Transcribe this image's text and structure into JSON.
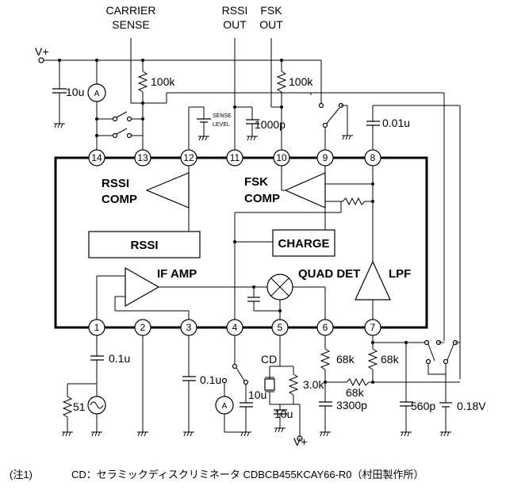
{
  "labels": {
    "carrier_sense_1": "CARRIER",
    "carrier_sense_2": "SENSE",
    "rssi_out_1": "RSSI",
    "rssi_out_2": "OUT",
    "fsk_out_1": "FSK",
    "fsk_out_2": "OUT",
    "vplus": "V+",
    "vplus_bottom": "V+",
    "sense_level_1": "SENSE",
    "sense_level_2": "LEVEL",
    "meter_a_top": "A",
    "meter_a_bottom": "A",
    "cd": "CD"
  },
  "blocks": {
    "rssi_comp_1": "RSSI",
    "rssi_comp_2": "COMP",
    "fsk_comp_1": "FSK",
    "fsk_comp_2": "COMP",
    "rssi": "RSSI",
    "charge": "CHARGE",
    "if_amp": "IF AMP",
    "quad_det": "QUAD DET",
    "lpf": "LPF"
  },
  "components": {
    "c_10u_top": "10u",
    "r_100k_left": "100k",
    "r_100k_right": "100k",
    "c_1000p": "1000p",
    "c_001u": "0.01u",
    "c_01u_pin1": "0.1u",
    "c_01u_pin3": "0.1u",
    "r_51": "51",
    "c_10u_pin4": "10u",
    "c_10u_pin5": "10u",
    "r_30k": "3.0k",
    "r_68k_pin6": "68k",
    "r_68k_pin7": "68k",
    "r_68k_mid": "68k",
    "c_3300p": "3300p",
    "c_560p": "560p",
    "v_018": "0.18V"
  },
  "pins": {
    "top": [
      "14",
      "13",
      "12",
      "11",
      "10",
      "9",
      "8"
    ],
    "bottom": [
      "1",
      "2",
      "3",
      "4",
      "5",
      "6",
      "7"
    ]
  },
  "note": {
    "tag": "(注1)",
    "text": "CD：セラミックディスクリミネータ CDBCB455KCAY66-R0（村田製作所）"
  }
}
